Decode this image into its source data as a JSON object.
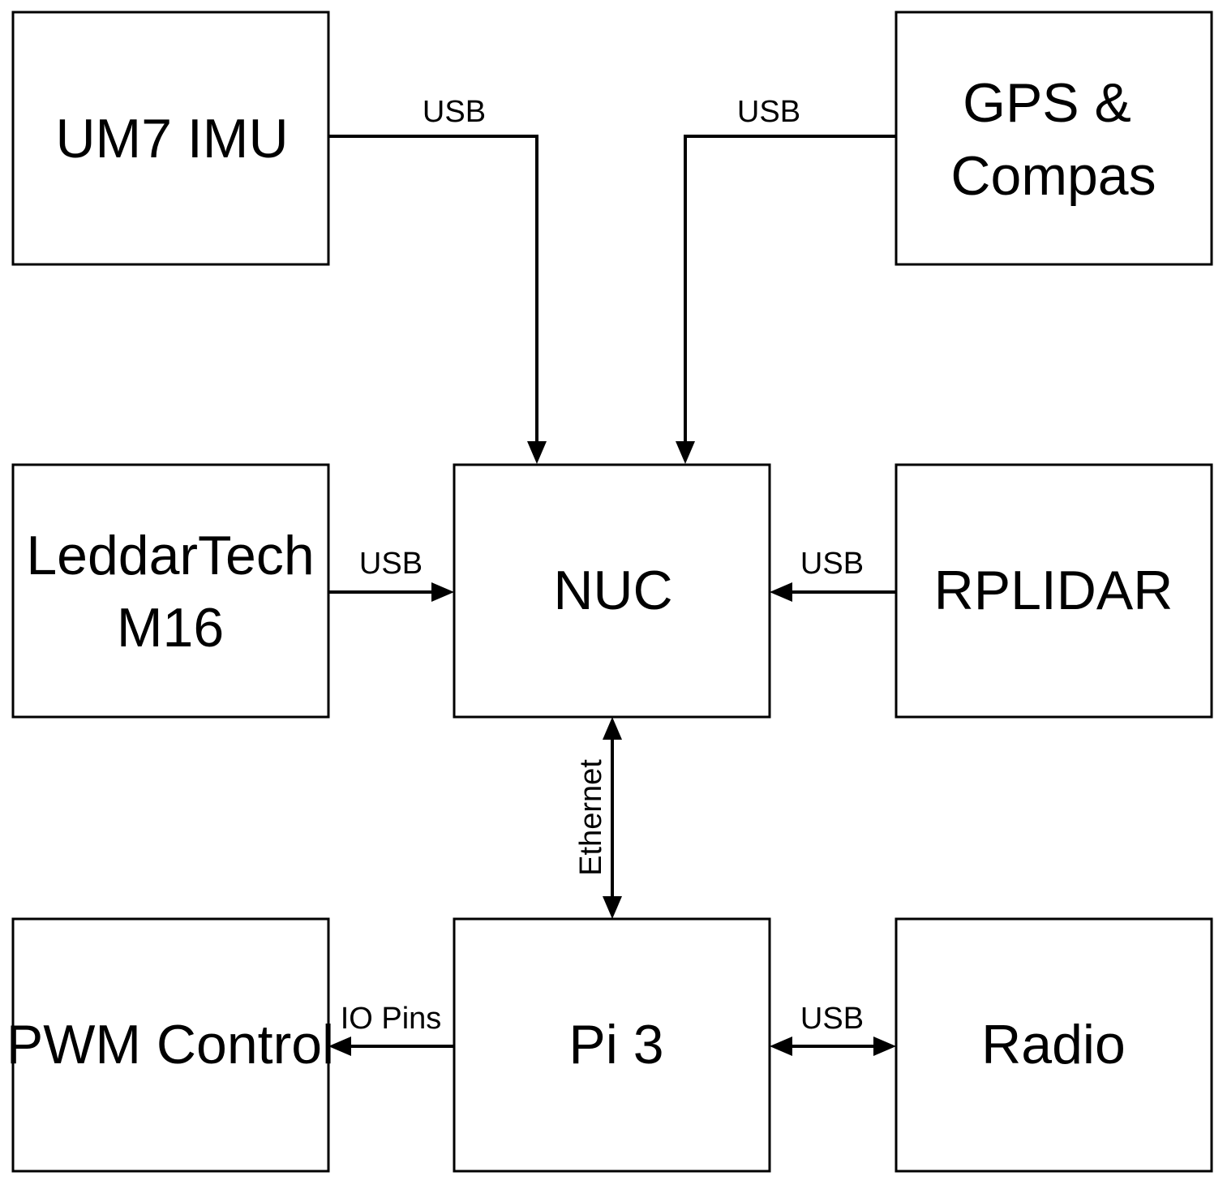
{
  "diagram": {
    "nodes": {
      "um7_imu": {
        "label_lines": [
          "UM7 IMU"
        ]
      },
      "gps_compas": {
        "label_lines": [
          "GPS &",
          "Compas"
        ]
      },
      "leddartech": {
        "label_lines": [
          "LeddarTech",
          "M16"
        ]
      },
      "nuc": {
        "label_lines": [
          "NUC"
        ]
      },
      "rplidar": {
        "label_lines": [
          "RPLIDAR"
        ]
      },
      "pwm_control": {
        "label_lines": [
          "PWM Control"
        ]
      },
      "pi3": {
        "label_lines": [
          "Pi 3"
        ]
      },
      "radio": {
        "label_lines": [
          "Radio"
        ]
      }
    },
    "edges": {
      "imu_to_nuc": {
        "label": "USB",
        "direction": "to-nuc"
      },
      "gps_to_nuc": {
        "label": "USB",
        "direction": "to-nuc"
      },
      "leddar_to_nuc": {
        "label": "USB",
        "direction": "to-nuc"
      },
      "rplidar_to_nuc": {
        "label": "USB",
        "direction": "to-nuc"
      },
      "nuc_pi3": {
        "label": "Ethernet",
        "direction": "bidirectional"
      },
      "pi3_to_pwm": {
        "label": "IO Pins",
        "direction": "to-pwm"
      },
      "pi3_radio": {
        "label": "USB",
        "direction": "bidirectional"
      }
    }
  }
}
